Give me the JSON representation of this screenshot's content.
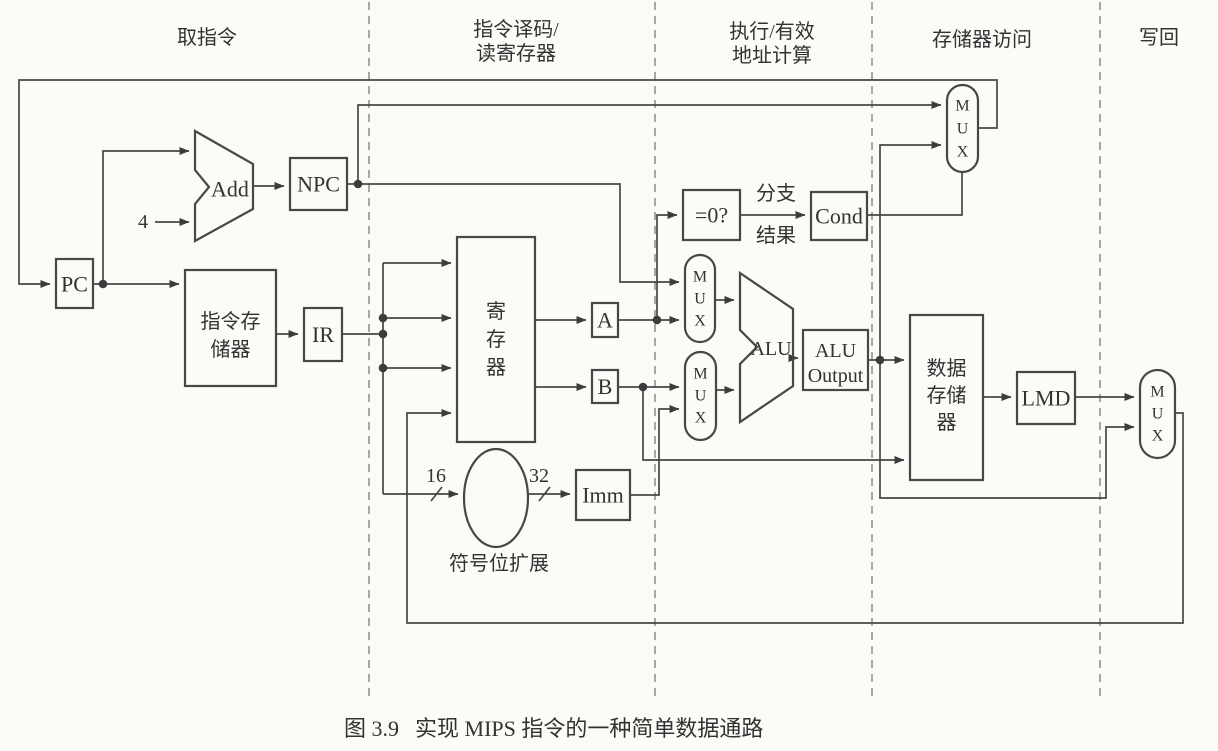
{
  "caption": {
    "figure_number": "图 3.9",
    "title": "实现 MIPS 指令的一种简单数据通路"
  },
  "stages": [
    {
      "label_line1": "取指令"
    },
    {
      "label_line1": "指令译码/",
      "label_line2": "读寄存器"
    },
    {
      "label_line1": "执行/有效",
      "label_line2": "地址计算"
    },
    {
      "label_line1": "存储器访问"
    },
    {
      "label_line1": "写回"
    }
  ],
  "components": {
    "pc": "PC",
    "add": "Add",
    "add_const_input": "4",
    "npc": "NPC",
    "instruction_memory_line1": "指令存",
    "instruction_memory_line2": "储器",
    "ir": "IR",
    "register_file_char1": "寄",
    "register_file_char2": "存",
    "register_file_char3": "器",
    "a_latch": "A",
    "b_latch": "B",
    "bus_width_in": "16",
    "bus_width_out": "32",
    "imm": "Imm",
    "sign_extend_label": "符号位扩展",
    "zero_test": "=0?",
    "branch_label_line1": "分支",
    "branch_label_line2": "结果",
    "cond": "Cond",
    "alu": "ALU",
    "alu_output_line1": "ALU",
    "alu_output_line2": "Output",
    "data_memory_line1": "数据",
    "data_memory_line2": "存储",
    "data_memory_line3": "器",
    "lmd": "LMD",
    "mux_letter1": "M",
    "mux_letter2": "U",
    "mux_letter3": "X"
  }
}
